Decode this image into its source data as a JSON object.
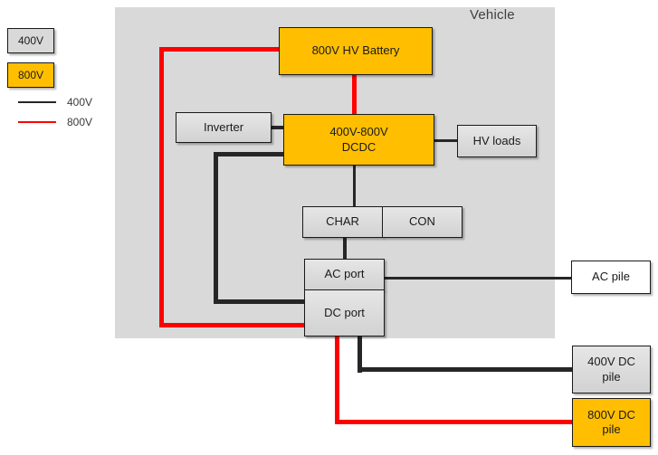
{
  "diagram": {
    "title_label": "Vehicle",
    "colors": {
      "v400_black": "#262626",
      "v800_red": "#ff0000",
      "yellow_fill": "#ffbf00",
      "gray_fill": "#d9d9d9",
      "enclosure_fill": "#d9d9d9"
    }
  },
  "legend": {
    "swatches": [
      {
        "label": "400V",
        "type": "box",
        "fill": "#d9d9d9"
      },
      {
        "label": "800V",
        "type": "box",
        "fill": "#ffbf00"
      }
    ],
    "lines": [
      {
        "label": "400V",
        "color": "#262626"
      },
      {
        "label": "800V",
        "color": "#ff0000"
      }
    ]
  },
  "nodes": {
    "hv_battery": {
      "label": "800V HV Battery",
      "voltage": "800V",
      "fill": "#ffbf00"
    },
    "inverter": {
      "label": "Inverter",
      "voltage": "400V",
      "fill": "#d9d9d9"
    },
    "dcdc": {
      "label_line1": "400V-800V",
      "label_line2": "DCDC",
      "voltage": "800V",
      "fill": "#ffbf00"
    },
    "hv_loads": {
      "label": "HV loads",
      "voltage": "400V",
      "fill": "#d9d9d9"
    },
    "char": {
      "label": "CHAR",
      "voltage": "400V",
      "fill": "#d9d9d9"
    },
    "con": {
      "label": "CON",
      "voltage": "400V",
      "fill": "#d9d9d9"
    },
    "ac_port": {
      "label": "AC port",
      "voltage": "400V",
      "fill": "#d9d9d9"
    },
    "dc_port": {
      "label": "DC port",
      "voltage": "400V",
      "fill": "#d9d9d9"
    },
    "ac_pile": {
      "label": "AC pile",
      "voltage": "400V",
      "fill": "#ffffff"
    },
    "dc_pile_400": {
      "label_line1": "400V DC",
      "label_line2": "pile",
      "voltage": "400V",
      "fill": "#d9d9d9"
    },
    "dc_pile_800": {
      "label_line1": "800V DC",
      "label_line2": "pile",
      "voltage": "800V",
      "fill": "#ffbf00"
    }
  },
  "connections": [
    {
      "from": "hv_battery",
      "to": "dcdc",
      "voltage": "800V"
    },
    {
      "from": "hv_battery",
      "to": "dc_port",
      "voltage": "800V"
    },
    {
      "from": "inverter",
      "to": "dcdc",
      "voltage": "400V"
    },
    {
      "from": "dcdc",
      "to": "hv_loads",
      "voltage": "400V"
    },
    {
      "from": "dcdc",
      "to": "char",
      "voltage": "400V"
    },
    {
      "from": "dcdc",
      "to": "dc_port",
      "voltage": "400V"
    },
    {
      "from": "char",
      "to": "ac_port",
      "voltage": "400V"
    },
    {
      "from": "ac_port",
      "to": "ac_pile",
      "voltage": "400V"
    },
    {
      "from": "dc_port",
      "to": "dc_pile_400",
      "voltage": "400V"
    },
    {
      "from": "dc_port",
      "to": "dc_pile_800",
      "voltage": "800V"
    }
  ]
}
